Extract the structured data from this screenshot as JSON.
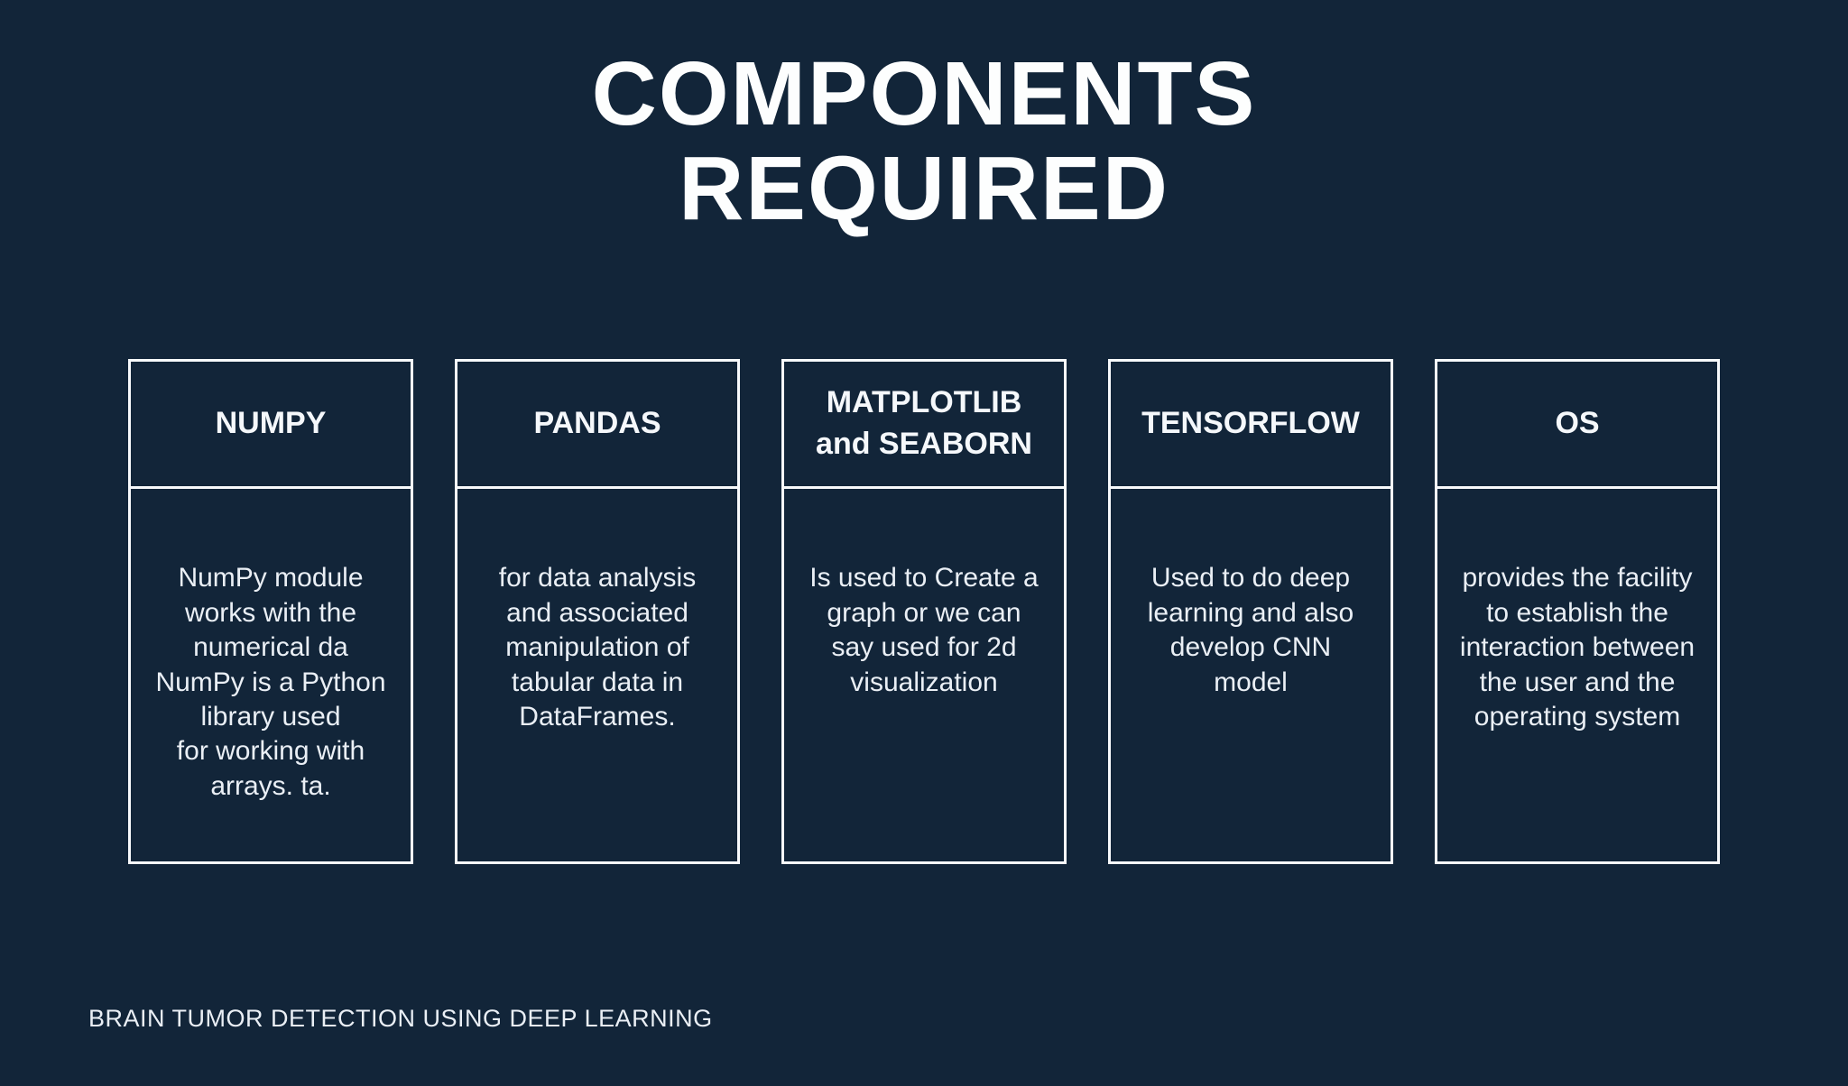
{
  "slide": {
    "title": "COMPONENTS\nREQUIRED",
    "footer": "BRAIN TUMOR DETECTION USING DEEP LEARNING",
    "colors": {
      "background": "#122539",
      "card_border": "#F7F9FB",
      "title_text": "#FDFEFE",
      "body_text": "#EAEFF5"
    },
    "cards": [
      {
        "title": "NUMPY",
        "body": "NumPy module\nworks with the\nnumerical da\nNumPy is a Python\nlibrary used\nfor working with\narrays. ta."
      },
      {
        "title": "PANDAS",
        "body": "for data analysis\nand associated\nmanipulation of\ntabular data in\nDataFrames."
      },
      {
        "title": "MATPLOTLIB\nand SEABORN",
        "body": "Is used to Create a\ngraph or we can\nsay used for 2d\nvisualization"
      },
      {
        "title": "TENSORFLOW",
        "body": "Used to do deep\nlearning and also\ndevelop CNN\nmodel"
      },
      {
        "title": "OS",
        "body": "provides the facility\nto establish the\ninteraction between\nthe user and the\noperating system"
      }
    ]
  }
}
